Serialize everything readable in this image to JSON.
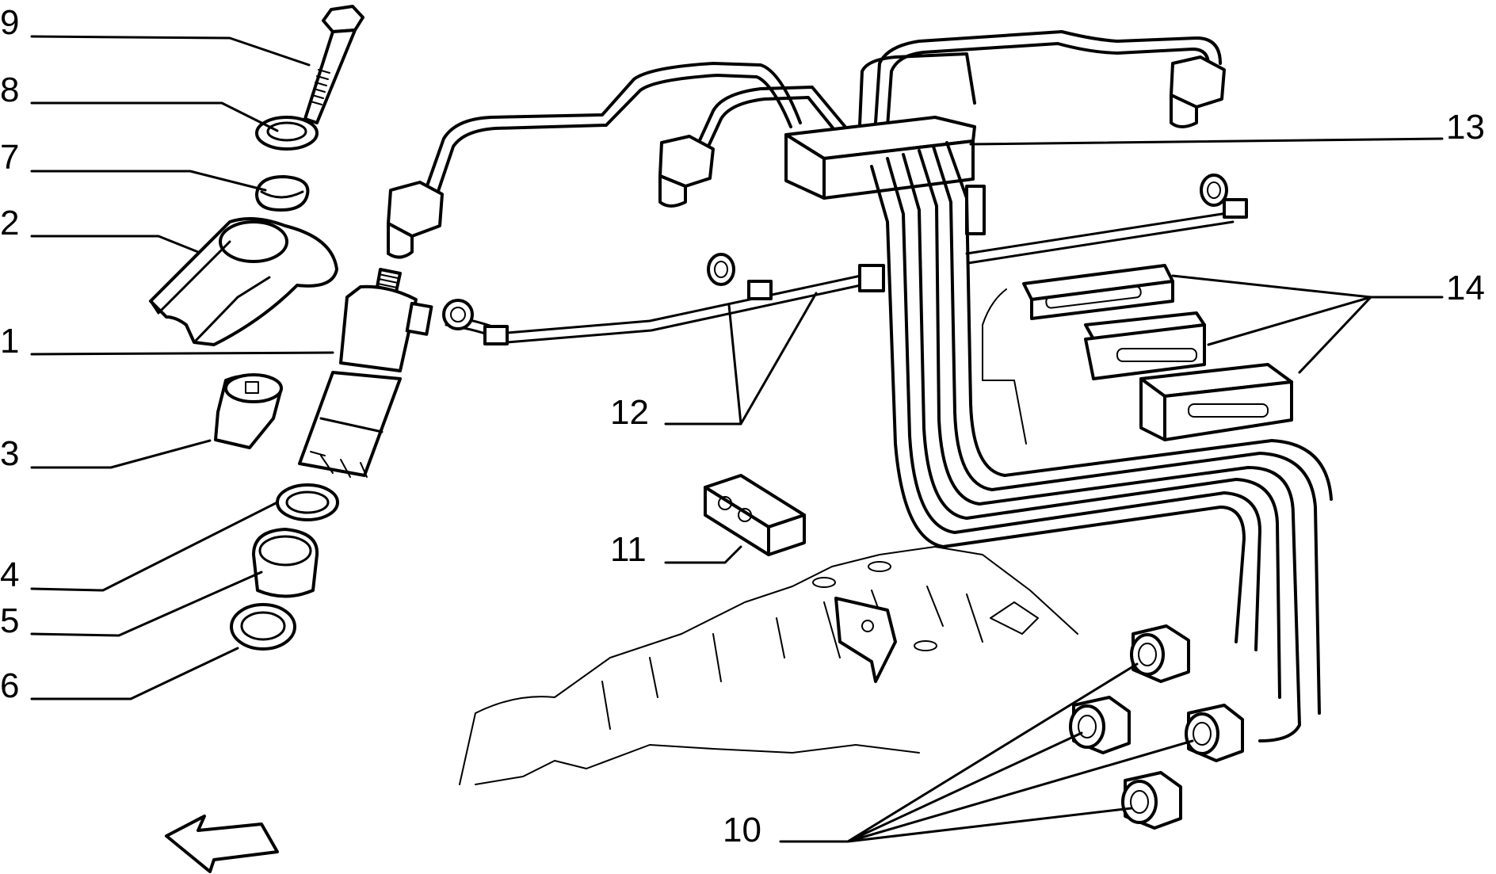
{
  "callouts": [
    {
      "id": "9",
      "label": "9"
    },
    {
      "id": "8",
      "label": "8"
    },
    {
      "id": "7",
      "label": "7"
    },
    {
      "id": "2",
      "label": "2"
    },
    {
      "id": "1",
      "label": "1"
    },
    {
      "id": "3",
      "label": "3"
    },
    {
      "id": "4",
      "label": "4"
    },
    {
      "id": "5",
      "label": "5"
    },
    {
      "id": "6",
      "label": "6"
    },
    {
      "id": "10",
      "label": "10"
    },
    {
      "id": "11",
      "label": "11"
    },
    {
      "id": "12",
      "label": "12"
    },
    {
      "id": "13",
      "label": "13"
    },
    {
      "id": "14",
      "label": "14"
    }
  ],
  "colors": {
    "ink": "#000000",
    "paper": "#ffffff"
  }
}
